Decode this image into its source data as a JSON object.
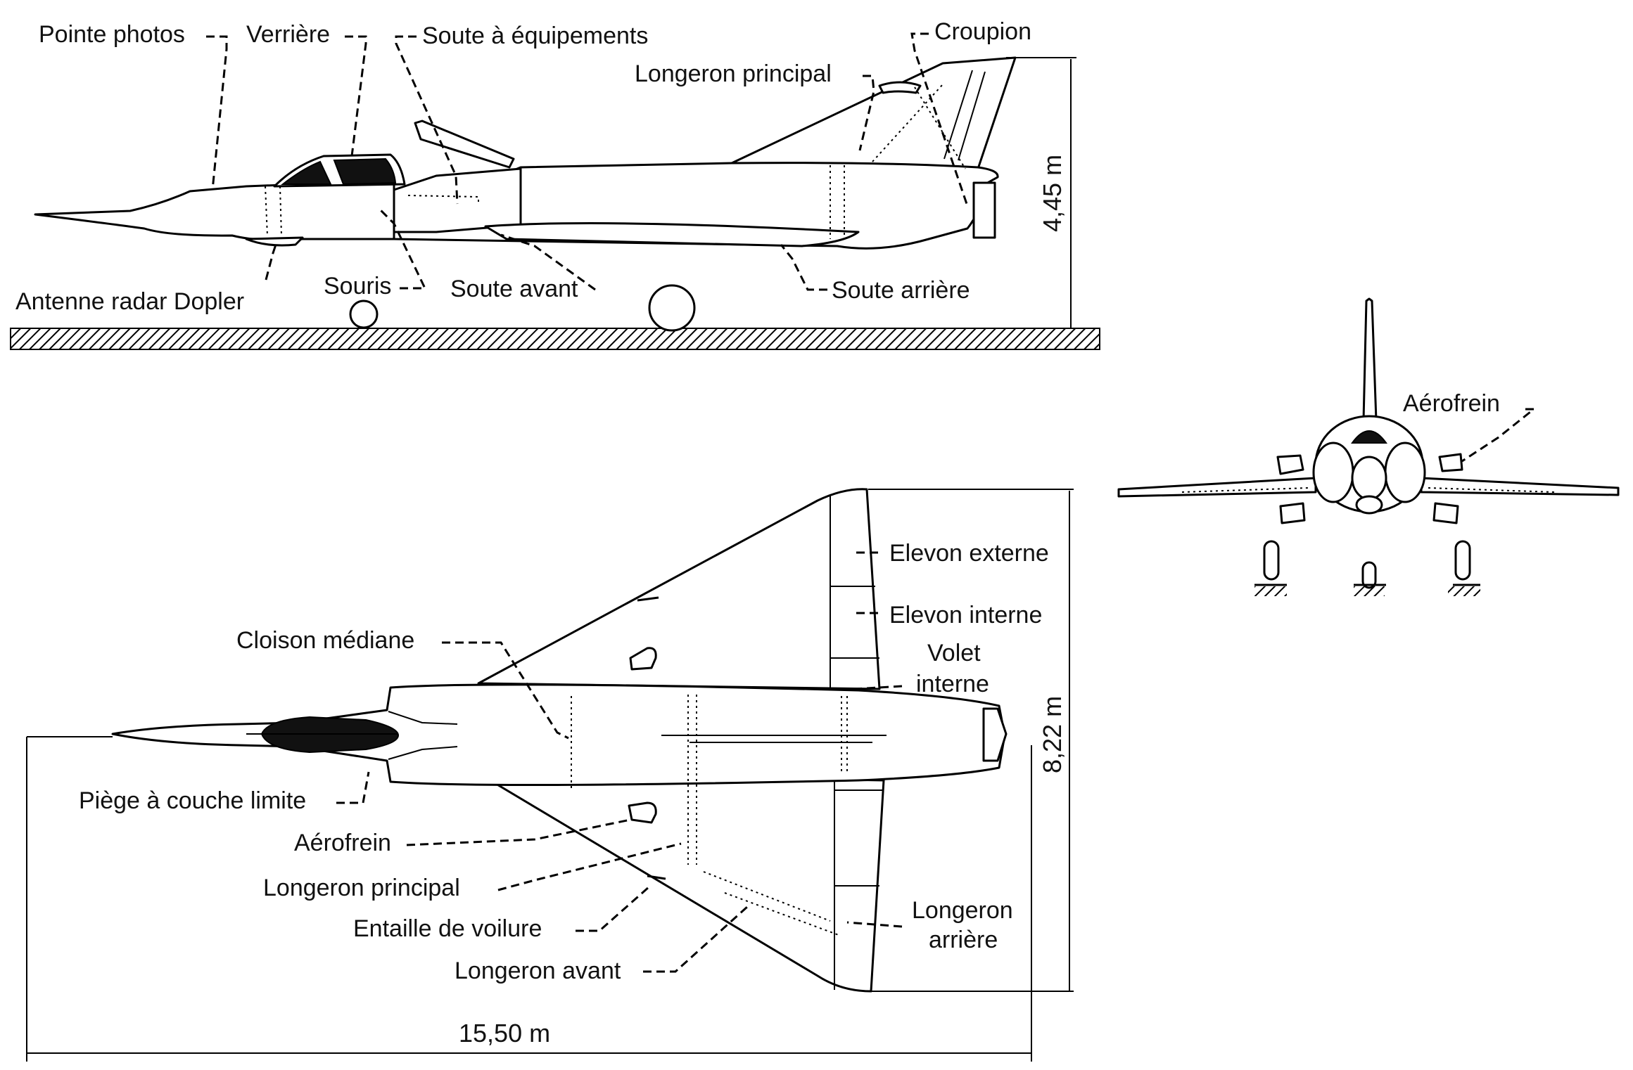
{
  "side_view": {
    "labels": {
      "pointe_photos": "Pointe photos",
      "verriere": "Verrière",
      "soute_equipements": "Soute à équipements",
      "croupion": "Croupion",
      "longeron_principal": "Longeron principal",
      "antenne_radar": "Antenne radar Dopler",
      "souris": "Souris",
      "soute_avant": "Soute avant",
      "soute_arriere": "Soute arrière"
    },
    "height_dimension": "4,45 m"
  },
  "front_view": {
    "labels": {
      "aerofrein": "Aérofrein"
    }
  },
  "top_view": {
    "labels": {
      "elevon_externe": "Elevon externe",
      "elevon_interne": "Elevon interne",
      "volet_interne_1": "Volet",
      "volet_interne_2": "interne",
      "cloison_mediane": "Cloison médiane",
      "piege_couche_limite": "Piège à couche limite",
      "aerofrein": "Aérofrein",
      "longeron_principal": "Longeron principal",
      "entaille_voilure": "Entaille de voilure",
      "longeron_avant": "Longeron avant",
      "longeron_arriere_1": "Longeron",
      "longeron_arriere_2": "arrière"
    },
    "span_dimension": "8,22 m",
    "length_dimension": "15,50 m"
  }
}
